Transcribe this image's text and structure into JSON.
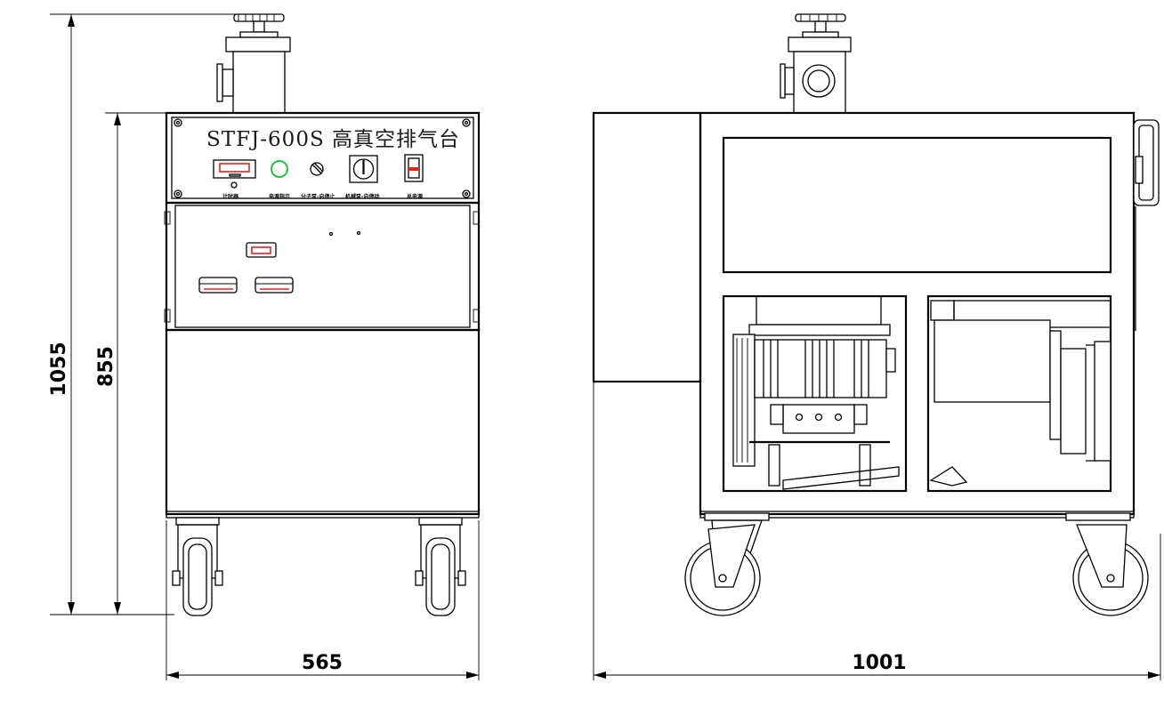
{
  "drawing": {
    "panel_title": "STFJ-600S 高真空排气台",
    "panel_labels": [
      "计时器",
      "电源指示",
      "分子泵-启停止",
      "机械泵-启停动",
      "总电源"
    ],
    "dimensions": {
      "total_height": "1055",
      "body_height": "855",
      "front_width": "565",
      "side_width": "1001"
    },
    "colors": {
      "line": "#000000",
      "indicator_red": "#e0251b",
      "indicator_green": "#21c43a"
    }
  }
}
